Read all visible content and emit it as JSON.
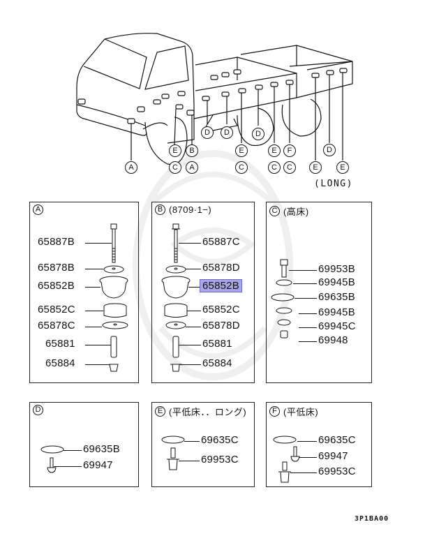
{
  "diagram": {
    "code": "3P1BA00",
    "long_label": "(LONG)",
    "callouts": [
      {
        "id": "A",
        "letter": "A"
      },
      {
        "id": "E1",
        "letter": "E"
      },
      {
        "id": "C1",
        "letter": "C"
      },
      {
        "id": "B",
        "letter": "B"
      },
      {
        "id": "A2",
        "letter": "A"
      },
      {
        "id": "D1",
        "letter": "D"
      },
      {
        "id": "D2",
        "letter": "D"
      },
      {
        "id": "E2",
        "letter": "E"
      },
      {
        "id": "C2",
        "letter": "C"
      },
      {
        "id": "D3",
        "letter": "D"
      },
      {
        "id": "E3",
        "letter": "E"
      },
      {
        "id": "C3",
        "letter": "C"
      },
      {
        "id": "F",
        "letter": "F"
      },
      {
        "id": "C4",
        "letter": "C"
      },
      {
        "id": "E4",
        "letter": "E"
      },
      {
        "id": "D4",
        "letter": "D"
      },
      {
        "id": "E5",
        "letter": "E"
      }
    ]
  },
  "panels": {
    "A": {
      "letter": "A",
      "note": "",
      "parts": [
        "65887B",
        "65878B",
        "65852B",
        "65852C",
        "65878C",
        "65881",
        "65884"
      ]
    },
    "B": {
      "letter": "B",
      "note": "(8709·1−)",
      "parts": [
        "65887C",
        "65878D",
        "65852B",
        "65852C",
        "65878D",
        "65881",
        "65884"
      ],
      "highlighted": "65852B"
    },
    "C": {
      "letter": "C",
      "note": "(高床)",
      "parts": [
        "69953B",
        "69945B",
        "69635B",
        "69945B",
        "69945C",
        "69948"
      ]
    },
    "D": {
      "letter": "D",
      "note": "",
      "parts": [
        "69635B",
        "69947"
      ]
    },
    "E": {
      "letter": "E",
      "note": "(平低床．．ロング)",
      "parts": [
        "69635C",
        "69953C"
      ]
    },
    "F": {
      "letter": "F",
      "note": "(平低床)",
      "parts": [
        "69635C",
        "69947",
        "69953C"
      ]
    }
  },
  "colors": {
    "highlight_fill": "#a7a7e6",
    "highlight_border": "#6b6bc2",
    "line": "#111111"
  }
}
